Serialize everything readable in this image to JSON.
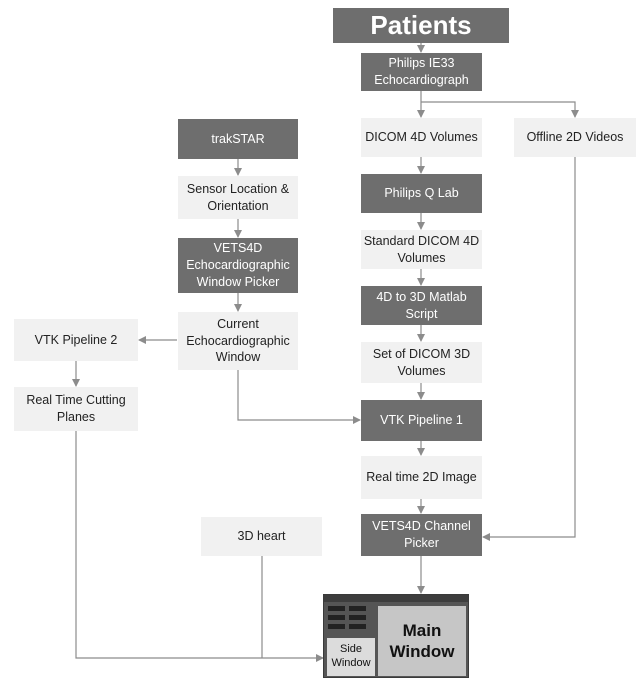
{
  "nodes": {
    "patients": "Patients",
    "philips_ie33": "Philips IE33 Echocardiograph",
    "dicom_4d": "DICOM 4D Volumes",
    "offline_2d": "Offline 2D Videos",
    "trakstar": "trakSTAR",
    "philips_qlab": "Philips Q Lab",
    "sensor_location": "Sensor Location & Orientation",
    "standard_dicom": "Standard DICOM 4D Volumes",
    "vets4d_picker": "VETS4D Echocardiographic Window Picker",
    "matlab_script": "4D to 3D Matlab Script",
    "vtk_pipeline_2": "VTK Pipeline 2",
    "current_window": "Current Echocardiographic Window",
    "set_dicom_3d": "Set of DICOM 3D Volumes",
    "cutting_planes": "Real Time Cutting Planes",
    "vtk_pipeline_1": "VTK Pipeline 1",
    "realtime_2d": "Real time 2D Image",
    "heart_3d": "3D heart",
    "channel_picker": "VETS4D Channel Picker"
  },
  "main_window": {
    "side_label": "Side Window",
    "main_label": "Main Window"
  },
  "colors": {
    "dark_box": "#6e6e6e",
    "light_box": "#f1f1f1",
    "arrow": "#8c8c8c"
  }
}
